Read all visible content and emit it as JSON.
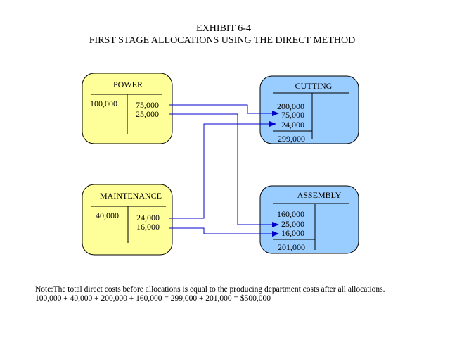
{
  "exhibit": {
    "title": "EXHIBIT 6-4",
    "subtitle": "FIRST STAGE ALLOCATIONS USING THE DIRECT METHOD"
  },
  "colors": {
    "service_fill": "#ffff99",
    "producing_fill": "#99ccff",
    "arrow": "#0000cc"
  },
  "departments": {
    "power": {
      "name": "POWER",
      "left": [
        "100,000"
      ],
      "right": [
        "75,000",
        "25,000"
      ]
    },
    "maintenance": {
      "name": "MAINTENANCE",
      "left": [
        "40,000"
      ],
      "right": [
        "24,000",
        "16,000"
      ]
    },
    "cutting": {
      "name": "CUTTING",
      "left": [
        "200,000",
        "75,000",
        "24,000"
      ],
      "total": "299,000"
    },
    "assembly": {
      "name": "ASSEMBLY",
      "left": [
        "160,000",
        "25,000",
        "16,000"
      ],
      "total": "201,000"
    }
  },
  "allocations": [
    {
      "from": "POWER",
      "to": "CUTTING",
      "amount": 75000
    },
    {
      "from": "POWER",
      "to": "ASSEMBLY",
      "amount": 25000
    },
    {
      "from": "MAINTENANCE",
      "to": "CUTTING",
      "amount": 24000
    },
    {
      "from": "MAINTENANCE",
      "to": "ASSEMBLY",
      "amount": 16000
    }
  ],
  "note": {
    "line1": "Note:The total direct costs before allocations  is equal to the producing department costs after all allocations.",
    "line2": "100,000 + 40,000 + 200,000 + 160,000 = 299,000 + 201,000 =  $500,000"
  }
}
